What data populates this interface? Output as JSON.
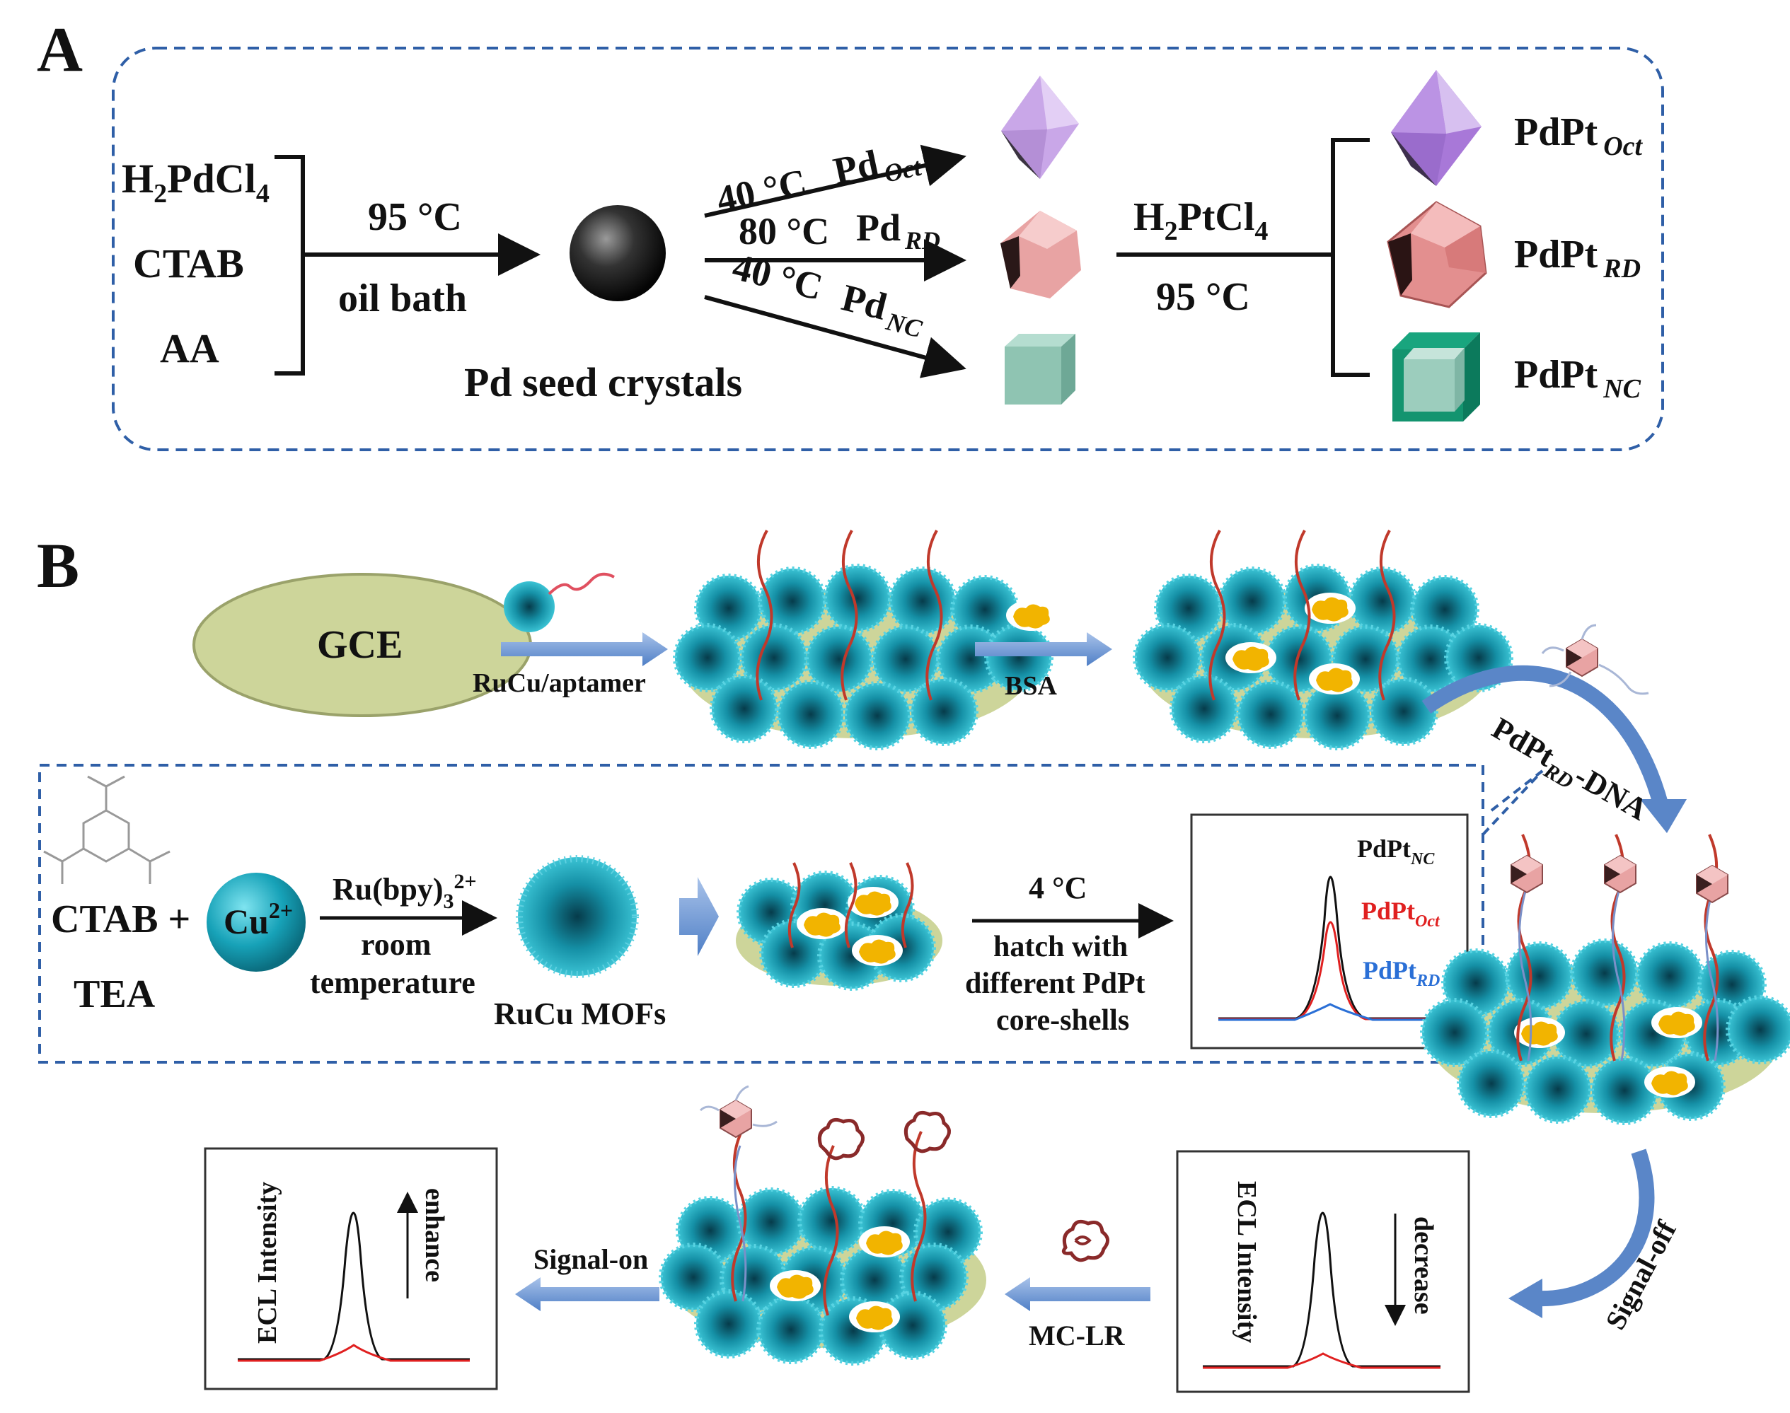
{
  "panel_a": {
    "label": "A",
    "reagents": [
      "H2PdCl4",
      "CTAB",
      "AA"
    ],
    "step1_top": "95 °C",
    "step1_bottom": "oil bath",
    "seed_label": "Pd seed crystals",
    "branches": [
      {
        "temp": "40 °C",
        "name": "Pd",
        "sub": "Oct"
      },
      {
        "temp": "80 °C",
        "name": "Pd",
        "sub": "RD"
      },
      {
        "temp": "40 °C",
        "name": "Pd",
        "sub": "NC"
      }
    ],
    "step2_top": "H2PtCl4",
    "step2_bottom": "95 °C",
    "products": [
      {
        "name": "PdPt",
        "sub": "Oct"
      },
      {
        "name": "PdPt",
        "sub": "RD"
      },
      {
        "name": "PdPt",
        "sub": "NC"
      }
    ],
    "colors": {
      "frame": "#2f5fa7",
      "octahedron": "#c9a7e8",
      "rhombic": "#e8a3a3",
      "cube": "#8fc4b2",
      "shell": "#1aa07a"
    }
  },
  "panel_b": {
    "label": "B",
    "gce": "GCE",
    "ructu_aptamer": "RuCu/aptamer",
    "bsa": "BSA",
    "pdpt_dna_a": "PdPt",
    "pdpt_dna_sub": "RD",
    "pdpt_dna_b": "-DNA",
    "ctab": "CTAB +",
    "cu": "Cu",
    "cu_sup": "2+",
    "tea": "TEA",
    "ru_label": "Ru(bpy)",
    "ru_sub": "3",
    "ru_sup": "2+",
    "room": "room",
    "temperature": "temperature",
    "mofs": "RuCu MOFs",
    "cond_temp": "4 °C",
    "cond_line1": "hatch with",
    "cond_line2": "different PdPt",
    "cond_line3": "core-shells",
    "legend": [
      {
        "name": "PdPt",
        "sub": "NC",
        "color": "#111111"
      },
      {
        "name": "PdPt",
        "sub": "Oct",
        "color": "#e02020"
      },
      {
        "name": "PdPt",
        "sub": "RD",
        "color": "#2a6fd6"
      }
    ],
    "signal_off": "Signal-off",
    "signal_on": "Signal-on",
    "mclr": "MC-LR",
    "ecl_axis": "ECL Intensity",
    "decrease": "decrease",
    "enhance": "enhance",
    "colors": {
      "arrow": "#7a9fd4",
      "gce": "#cdd59a",
      "mof": "#1b9aae",
      "bsa": "#f2b400",
      "dna": "#c0392b"
    }
  }
}
